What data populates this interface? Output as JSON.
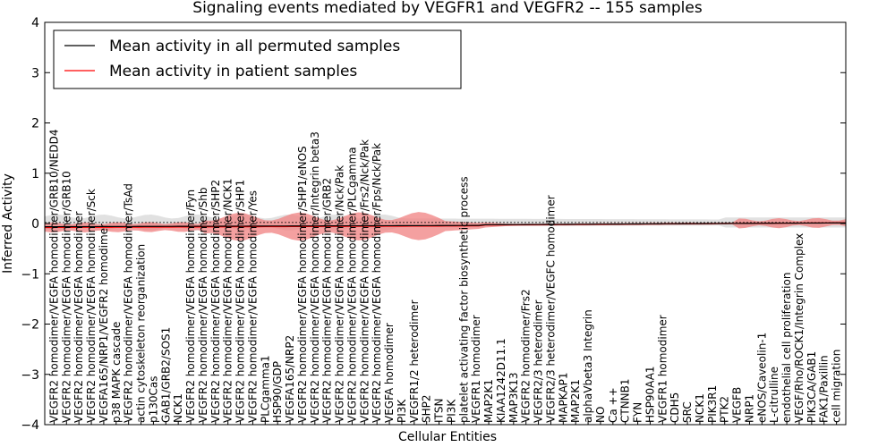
{
  "chart_data": {
    "type": "area",
    "title": "Signaling events mediated by VEGFR1 and VEGFR2 -- 155 samples",
    "xlabel": "Cellular Entities",
    "ylabel": "Inferred Activity",
    "ylim": [
      -4,
      4
    ],
    "yticks": [
      -4,
      -3,
      -2,
      -1,
      0,
      1,
      2,
      3,
      4
    ],
    "grid": false,
    "legend": {
      "placement": "top-left",
      "entries": [
        {
          "label": "Mean activity in all permuted samples",
          "color": "#000000"
        },
        {
          "label": "Mean activity in patient samples",
          "color": "#ff0000"
        }
      ]
    },
    "colors": {
      "permuted_band": "#d9d9d9",
      "patient_band": "#f08080",
      "patient_line": "#ff0000",
      "permuted_line": "#000000"
    },
    "categories": [
      "VEGFR2 homodimer/VEGFA homodimer/GRB10/NEDD4",
      "VEGFR2 homodimer/VEGFA homodimer/GRB10",
      "VEGFR2 homodimer/VEGFA homodimer",
      "VEGFR2 homodimer/VEGFA homodimer/Sck",
      "VEGFA165/NRP1/VEGFR2 homodimer",
      "p38 MAPK cascade",
      "VEGFR2 homodimer/VEGFA homodimer/TsAd",
      "actin cytoskeleton reorganization",
      "p130Cas",
      "GAB1/GRB2/SOS1",
      "NCK1",
      "VEGFR2 homodimer/VEGFA homodimer/Fyn",
      "VEGFR2 homodimer/VEGFA homodimer/Shb",
      "VEGFR2 homodimer/VEGFA homodimer/SHP2",
      "VEGFR2 homodimer/VEGFA homodimer/NCK1",
      "VEGFR2 homodimer/VEGFA homodimer/SHP1",
      "VEGFR2 homodimer/VEGFA homodimer/Yes",
      "PLCgamma1",
      "HSP90/GDP",
      "VEGFA165/NRP2",
      "VEGFR2 homodimer/VEGFA homodimer/SHP1/eNOS",
      "VEGFR2 homodimer/VEGFA homodimer/Integrin beta3",
      "VEGFR2 homodimer/VEGFA homodimer/GRB2",
      "VEGFR2 homodimer/VEGFA homodimer/Nck/Pak",
      "VEGFR2 homodimer/VEGFA homodimer/PLCgamma",
      "VEGFR2 homodimer/VEGFA homodimer/Frs2/Nck/Pak",
      "VEGFR2 homodimer/VEGFA homodimer/Fps/Nck/Pak",
      "VEGFA homodimer",
      "PI3K",
      "VEGFR1/2 heterodimer",
      "SHP2",
      "ITSN",
      "PI3K",
      "platelet activating factor biosynthetic process",
      "VEGFR1 homodimer",
      "MAP2K1",
      "KIAA1242D11.1",
      "MAP3K13",
      "VEGFR2 homodimer/Frs2",
      "VEGFR2/3 heterodimer",
      "VEGFR2/3 heterodimer/VEGFC homodimer",
      "MAPKAP1",
      "MAP2K1",
      "alphaVbeta3 Integrin",
      "NO",
      "Ca ++",
      "CTNNB1",
      "FYN",
      "HSP90AA1",
      "VEGFR1 homodimer",
      "CDH5",
      "SRC",
      "NCK1",
      "PIK3R1",
      "PTK2",
      "VEGFB",
      "NRP1",
      "eNOS/Caveolin-1",
      "L-citrulline",
      "endothelial cell proliferation",
      "VEGF/Rho/ROCK1/Integrin Complex",
      "PIK3CA/GAB1",
      "FAK1/Paxillin",
      "cell migration"
    ]
  }
}
